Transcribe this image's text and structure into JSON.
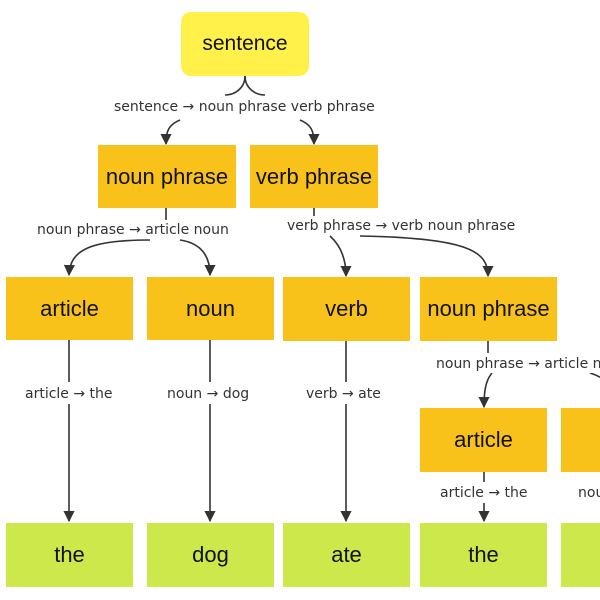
{
  "nodes": {
    "sentence": "sentence",
    "noun_phrase_1": "noun phrase",
    "verb_phrase": "verb phrase",
    "article_1": "article",
    "noun_1": "noun",
    "verb": "verb",
    "noun_phrase_2": "noun phrase",
    "article_2": "article",
    "word_the_1": "the",
    "word_dog": "dog",
    "word_ate": "ate",
    "word_the_2": "the"
  },
  "rules": {
    "sentence": "sentence → noun phrase verb phrase",
    "noun_phrase_1": "noun phrase → article noun",
    "verb_phrase": "verb phrase → verb noun phrase",
    "noun_phrase_2": "noun phrase → article noun",
    "article_1": "article → the",
    "noun_1": "noun → dog",
    "verb": "verb → ate",
    "article_2": "article → the",
    "cutoff_partial": "noun → bone"
  },
  "colors": {
    "root_fill": "#fff14a",
    "phrase_fill": "#f8c21a",
    "leaf_fill": "#cde84a",
    "edge_stroke": "#333333"
  }
}
